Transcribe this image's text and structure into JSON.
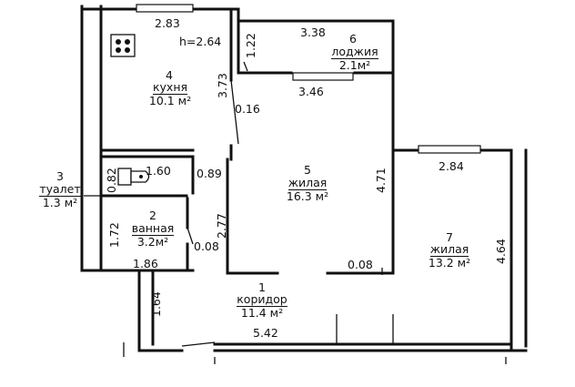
{
  "ceiling_height": "h=2.64",
  "rooms": [
    {
      "num": "1",
      "name": "коридор",
      "area": "11.4 м²"
    },
    {
      "num": "2",
      "name": "ванная",
      "area": "3.2м²"
    },
    {
      "num": "3",
      "name": "туалет",
      "area": "1.3 м²"
    },
    {
      "num": "4",
      "name": "кухня",
      "area": "10.1 м²"
    },
    {
      "num": "5",
      "name": "жилая",
      "area": "16.3 м²"
    },
    {
      "num": "6",
      "name": "лоджия",
      "area": "2.1м²"
    },
    {
      "num": "7",
      "name": "жилая",
      "area": "13.2 м²"
    }
  ],
  "dimensions": {
    "kitchen_top": "2.83",
    "loggia_top": "3.38",
    "loggia_left": "1.22",
    "kitchen_right": "3.73",
    "kitchen_wall": "0.16",
    "living_top": "3.46",
    "toilet_width": "1.60",
    "toilet_height": "0.82",
    "toilet_wall": "0.89",
    "bedroom_top": "2.84",
    "living_right": "4.71",
    "living_left": "2.77",
    "bathroom_height": "1.72",
    "bathroom_wall": "0.08",
    "bathroom_bottom": "1.86",
    "living_wall": "0.08",
    "bedroom_right": "4.64",
    "corridor_left": "1.64",
    "corridor_bottom": "5.42"
  }
}
